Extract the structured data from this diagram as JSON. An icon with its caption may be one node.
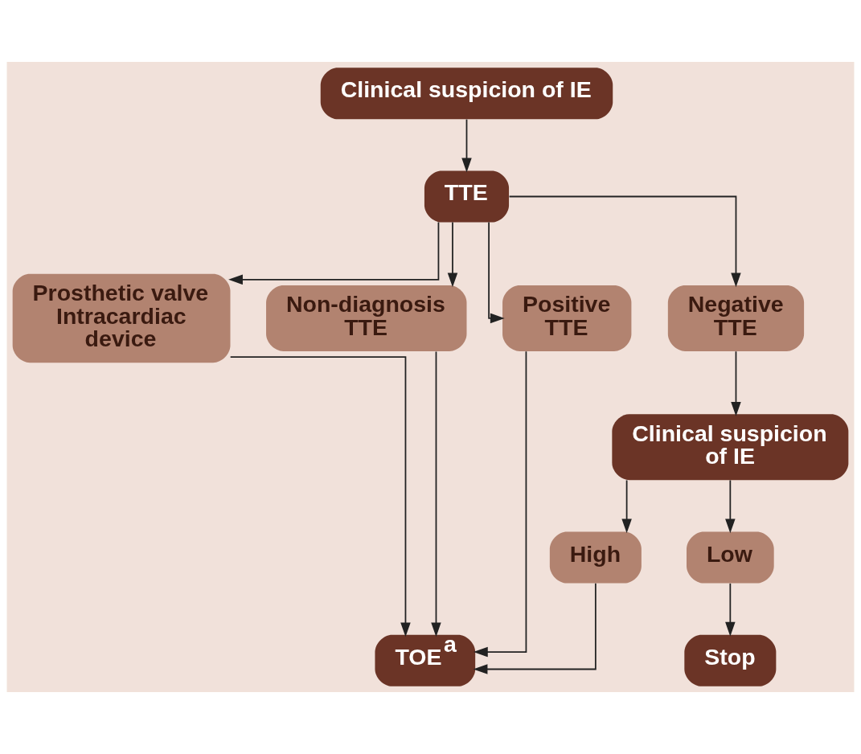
{
  "diagram": {
    "nodes": [
      {
        "text": [
          "Clinical suspicion of IE"
        ]
      },
      {
        "text": [
          "TTE"
        ]
      },
      {
        "text": [
          "Prosthetic valve Intracardiac device"
        ]
      },
      {
        "text": [
          "Non-diagnosis TTE"
        ]
      },
      {
        "text": [
          "Positive TTE"
        ]
      },
      {
        "text": [
          "Negative TTE"
        ]
      },
      {
        "text": [
          "Clinical suspicion of IE"
        ]
      },
      {
        "text": [
          "High"
        ]
      },
      {
        "text": [
          "Low"
        ]
      },
      {
        "text": [
          "TOE$^{a}$"
        ]
      },
      {
        "text": [
          "Stop"
        ]
      }
    ],
    "edges": [
      {
        "from": 0,
        "to": 1,
        "arrow": "to"
      },
      {
        "from": 1,
        "to": 2,
        "arrow": "to"
      },
      {
        "from": 1,
        "to": 3,
        "arrow": "to"
      },
      {
        "from": 1,
        "to": 4,
        "arrow": "to"
      },
      {
        "from": 1,
        "to": 5,
        "arrow": "to"
      },
      {
        "from": 5,
        "to": 6,
        "arrow": "to"
      },
      {
        "from": 6,
        "to": 7,
        "arrow": "to"
      },
      {
        "from": 6,
        "to": 8,
        "arrow": "to"
      },
      {
        "from": 2,
        "to": 9,
        "arrow": "to"
      },
      {
        "from": 3,
        "to": 9,
        "arrow": "to"
      },
      {
        "from": 4,
        "to": 9,
        "arrow": "to"
      },
      {
        "from": 7,
        "to": 9,
        "arrow": "to"
      },
      {
        "from": 8,
        "to": 10,
        "arrow": "to"
      }
    ]
  }
}
